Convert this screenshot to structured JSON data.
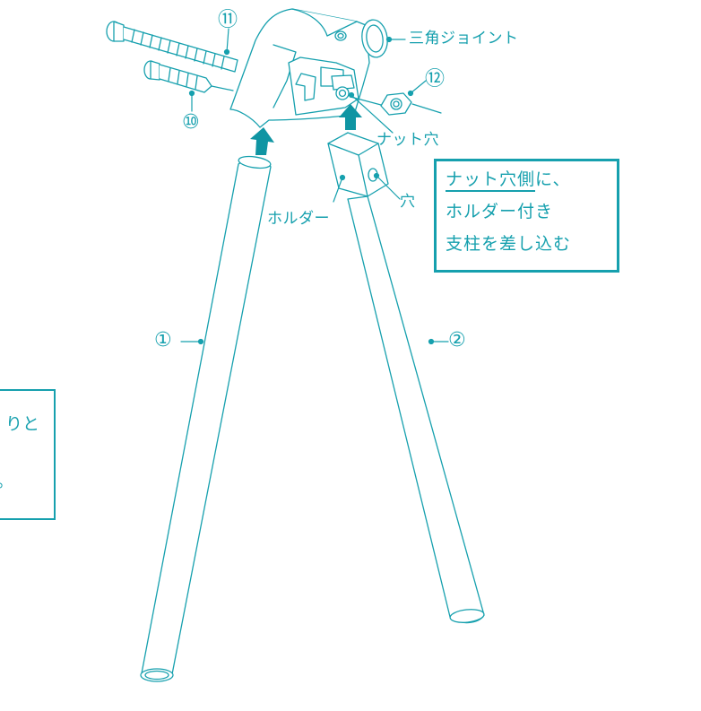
{
  "labels": {
    "triangle_joint": "三角ジョイント",
    "nut_hole": "ナット穴",
    "holder": "ホルダー",
    "hole": "穴",
    "part_1": "①",
    "part_2": "②",
    "part_10": "⑩",
    "part_11": "⑪",
    "part_12": "⑫"
  },
  "callout": {
    "line1_underlined": "ナット穴側",
    "line1_rest": "に、",
    "line2": "ホルダー付き",
    "line3": "支柱を差し込む"
  },
  "partial_box": {
    "line1": "りと",
    "line2": "。"
  },
  "colors": {
    "line": "#16a0ae",
    "arrow": "#0f95a3",
    "fill": "#ffffff"
  }
}
